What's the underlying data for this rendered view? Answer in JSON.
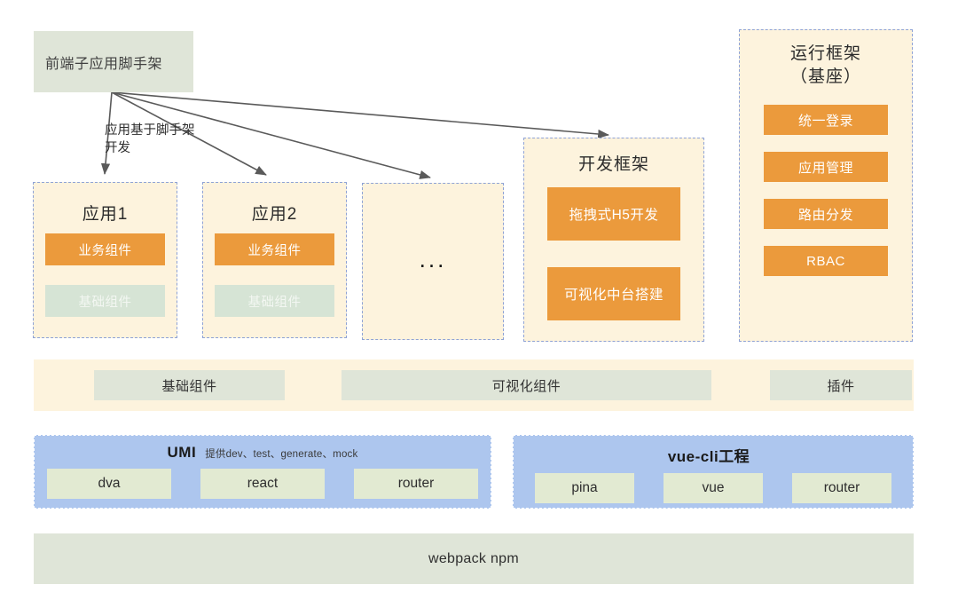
{
  "diagram": {
    "scaffold": {
      "label": "前端子应用脚手架"
    },
    "edge_label": "应用基于脚手架开发",
    "apps": [
      {
        "title": "应用1",
        "items": [
          {
            "label": "业务组件",
            "style": "orange"
          },
          {
            "label": "基础组件",
            "style": "green-soft"
          }
        ]
      },
      {
        "title": "应用2",
        "items": [
          {
            "label": "业务组件",
            "style": "orange"
          },
          {
            "label": "基础组件",
            "style": "green-soft"
          }
        ]
      }
    ],
    "more_apps": {
      "label": "..."
    },
    "dev_framework": {
      "title": "开发框架",
      "items": [
        {
          "label": "拖拽式H5开发"
        },
        {
          "label": "可视化中台搭建"
        }
      ]
    },
    "runtime_framework": {
      "title_line1": "运行框架",
      "title_line2": "（基座）",
      "items": [
        {
          "label": "统一登录"
        },
        {
          "label": "应用管理"
        },
        {
          "label": "路由分发"
        },
        {
          "label": "RBAC"
        }
      ]
    },
    "components_band": {
      "chips": [
        {
          "label": "基础组件"
        },
        {
          "label": "可视化组件"
        },
        {
          "label": "插件"
        }
      ]
    },
    "engineering": [
      {
        "title": "UMI",
        "subtitle": "提供dev、test、generate、mock",
        "chips": [
          {
            "label": "dva"
          },
          {
            "label": "react"
          },
          {
            "label": "router"
          }
        ]
      },
      {
        "title": "vue-cli工程",
        "subtitle": "",
        "chips": [
          {
            "label": "pina"
          },
          {
            "label": "vue"
          },
          {
            "label": "router"
          }
        ]
      }
    ],
    "bottom_bar": {
      "label": "webpack npm"
    },
    "colors": {
      "green_panel": "#dfe5d8",
      "cream_panel": "#fdf3dd",
      "orange_pill": "#eb9a3c",
      "blue_panel": "#adc6ee",
      "chip_green": "#e2ead2",
      "dash_border": "#8ea2d6",
      "arrow": "#5a5a5a"
    }
  }
}
